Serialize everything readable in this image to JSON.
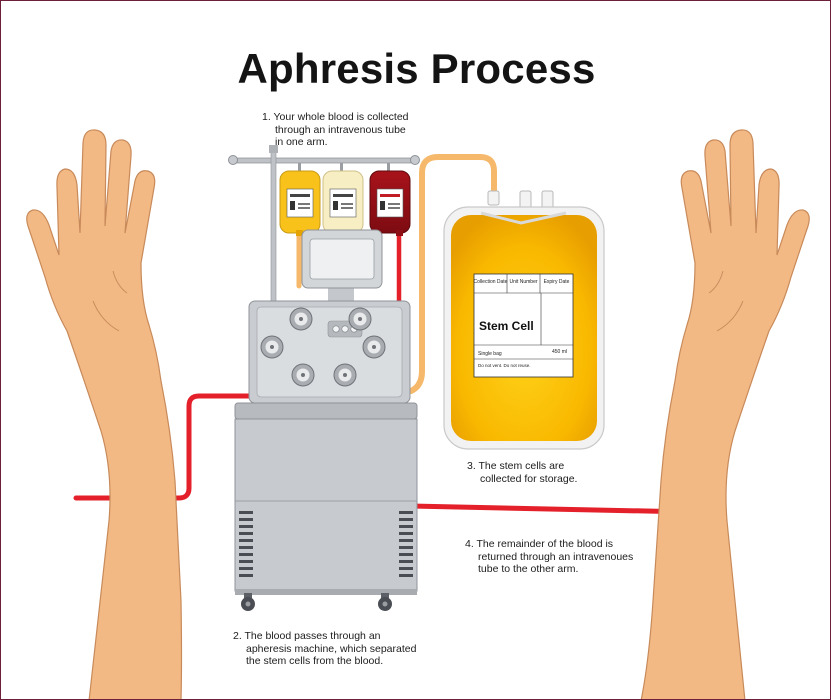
{
  "title": "Aphresis Process",
  "steps": [
    {
      "lines": [
        "1. Your whole blood is collected",
        "through an intravenous tube",
        "in one arm."
      ]
    },
    {
      "lines": [
        "2. The blood passes through an",
        "apheresis machine, which separated",
        "the stem cells from the blood."
      ]
    },
    {
      "lines": [
        "3. The stem cells are",
        "collected for storage."
      ]
    },
    {
      "lines": [
        "4. The remainder of the blood is",
        "returned through an intravenoues",
        "tube to the other arm."
      ]
    }
  ],
  "stem_bag_label": {
    "headers": [
      "Collection Date",
      "Unit Number",
      "Expiry Date"
    ],
    "name": "Stem Cell",
    "volume": "450 ml",
    "type": "Single bag",
    "warning": "Do not vent. Do not reuse."
  },
  "colors": {
    "blood_red": "#e4202a",
    "stem_cell_yellow": "#f5b800",
    "plasma_cream": "#f8eec3",
    "tube_orange": "#f6b86a",
    "skin": "#f2b985",
    "machine_grey": "#c9ccd0",
    "title_text": "#141414",
    "frame": "#6e1f3a"
  }
}
